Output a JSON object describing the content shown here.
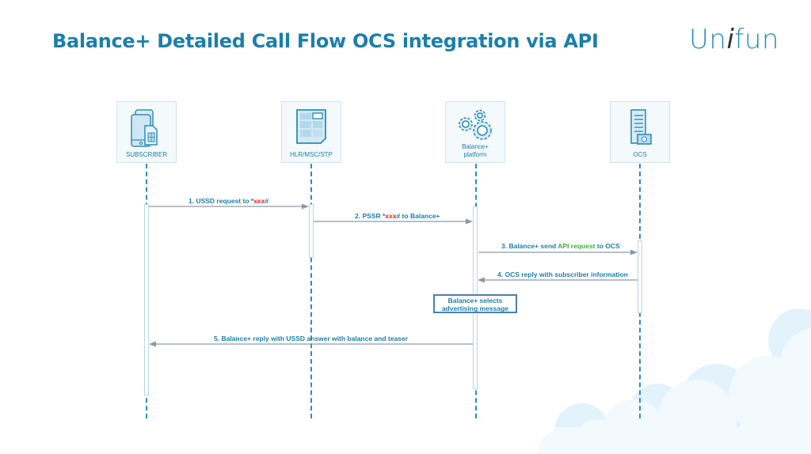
{
  "slide": {
    "title": "Balance+ Detailed Call Flow OCS integration via API",
    "logo": {
      "prefix": "Un",
      "i": "i",
      "suffix": "fun"
    }
  },
  "colors": {
    "title": "#1b7fab",
    "lifeline": "#2d8db8",
    "arrow": "#8a9aa3",
    "highlight_red": "#e8251f",
    "highlight_green": "#3fae3f",
    "note_border": "#4b7fb5"
  },
  "actors": [
    {
      "id": "subscriber",
      "label": "SUBSCRIBER",
      "icon": "mobile-devices-icon"
    },
    {
      "id": "hlr",
      "label": "HLR/MSC/STP",
      "icon": "network-table-icon"
    },
    {
      "id": "balance",
      "label_line1": "Balance+",
      "label_line2": "platform",
      "icon": "gears-icon"
    },
    {
      "id": "ocs",
      "label": "OCS",
      "icon": "server-billing-icon"
    }
  ],
  "messages": [
    {
      "num": "1.",
      "pre": " USSD request to *",
      "red": "xxx",
      "post": "#",
      "from": "subscriber",
      "to": "hlr"
    },
    {
      "num": "2.",
      "pre": " PSSR *",
      "red": "xxx",
      "post": "# to Balance+",
      "from": "hlr",
      "to": "balance"
    },
    {
      "num": "3.",
      "pre": " Balance+ send ",
      "green": "API request",
      "post": " to OCS",
      "from": "balance",
      "to": "ocs"
    },
    {
      "num": "4.",
      "text": " OCS reply with subscriber information",
      "from": "ocs",
      "to": "balance"
    },
    {
      "num": "5.",
      "text": " Balance+ reply with USSD answer with balance and teaser",
      "from": "balance",
      "to": "subscriber"
    }
  ],
  "note": {
    "line1": "Balance+ selects",
    "line2": "advertising message"
  }
}
